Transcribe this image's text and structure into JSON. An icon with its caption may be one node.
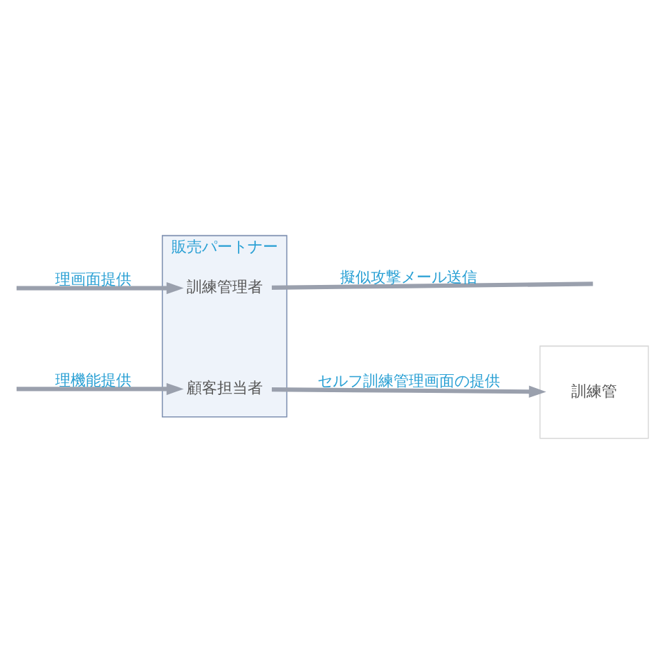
{
  "diagram": {
    "nodes": [
      {
        "text": [
          "販売パートナー"
        ]
      },
      {
        "text": [
          "訓練管理者"
        ],
        "in": 0
      },
      {
        "text": [
          "顧客担当者"
        ],
        "in": 0
      },
      {
        "text": [
          "訓練管"
        ]
      }
    ],
    "edges": [
      {
        "from": 1,
        "to": null,
        "arrow": "none",
        "label": "擬似攻撃メール送信"
      },
      {
        "from": null,
        "to": 1,
        "arrow": "to",
        "label": "理画面提供"
      },
      {
        "from": null,
        "to": 2,
        "arrow": "to",
        "label": "理機能提供"
      },
      {
        "from": 2,
        "to": 3,
        "arrow": "to",
        "label": "セルフ訓練管理画面の提供"
      }
    ]
  }
}
